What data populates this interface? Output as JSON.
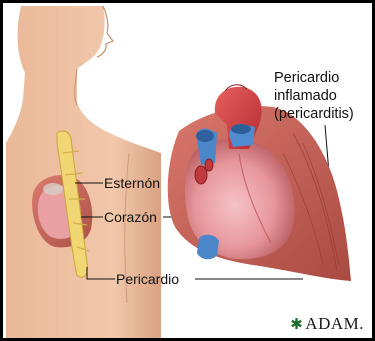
{
  "labels": {
    "esternon": "Esternón",
    "corazon": "Corazón",
    "pericardio": "Pericardio",
    "inflamado_line1": "Pericardio",
    "inflamado_line2": "inflamado",
    "inflamado_line3": "(pericarditis)"
  },
  "logo": {
    "text": "ADAM.",
    "icon": "adam-star-icon"
  },
  "colors": {
    "skin": "#efc1a2",
    "heart": "#e99a9d",
    "aorta": "#d23b3f",
    "vein": "#4a86c8",
    "pericardium": "#c8645a",
    "sternum": "#f0d36b"
  }
}
